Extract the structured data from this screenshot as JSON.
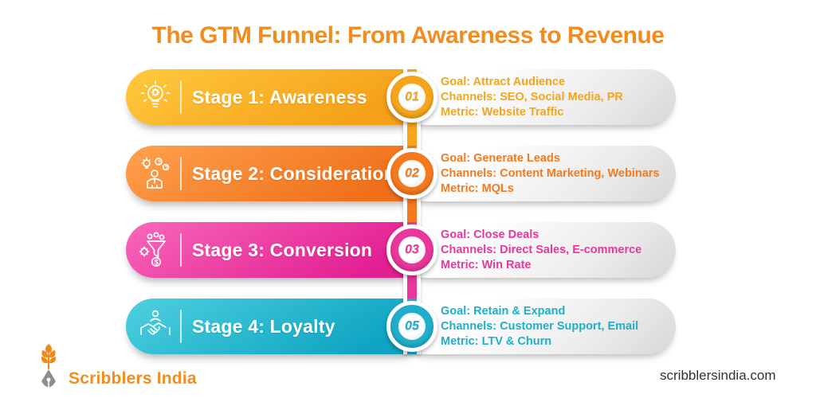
{
  "title": {
    "text": "The GTM Funnel: From Awareness to Revenue",
    "color": "#F28C1E"
  },
  "stages": [
    {
      "number": "01",
      "label": "Stage 1: Awareness",
      "icon": "lightbulb-gear-icon",
      "color": "#F6A51B",
      "gradient_top": "#FFC93F",
      "gradient_bottom": "#F5A017",
      "goal": "Goal: Attract Audience",
      "channels": "Channels: SEO, Social Media, PR",
      "metric": "Metric: Website Traffic"
    },
    {
      "number": "02",
      "label": "Stage 2: Consideration",
      "icon": "person-idea-question-icon",
      "color": "#F5791D",
      "gradient_top": "#FFA14E",
      "gradient_bottom": "#F0701A",
      "goal": "Goal: Generate Leads",
      "channels": "Channels: Content Marketing, Webinars",
      "metric": "Metric: MQLs"
    },
    {
      "number": "03",
      "label": "Stage 3: Conversion",
      "icon": "funnel-gear-dollar-icon",
      "color": "#E9379C",
      "gradient_top": "#F868BA",
      "gradient_bottom": "#E32093",
      "goal": "Goal: Close Deals",
      "channels": "Channels: Direct Sales, E-commerce",
      "metric": "Metric: Win Rate"
    },
    {
      "number": "05",
      "label": "Stage 4: Loyalty",
      "icon": "handshake-icon",
      "color": "#1FAECB",
      "gradient_top": "#4ED0E0",
      "gradient_bottom": "#0FA5C2",
      "goal": "Goal: Retain & Expand",
      "channels": "Channels: Customer Support, Email",
      "metric": "Metric: LTV & Churn"
    }
  ],
  "footer": {
    "brand": "Scribblers India",
    "brand_color": "#F28C1E",
    "website": "scribblersindia.com"
  }
}
